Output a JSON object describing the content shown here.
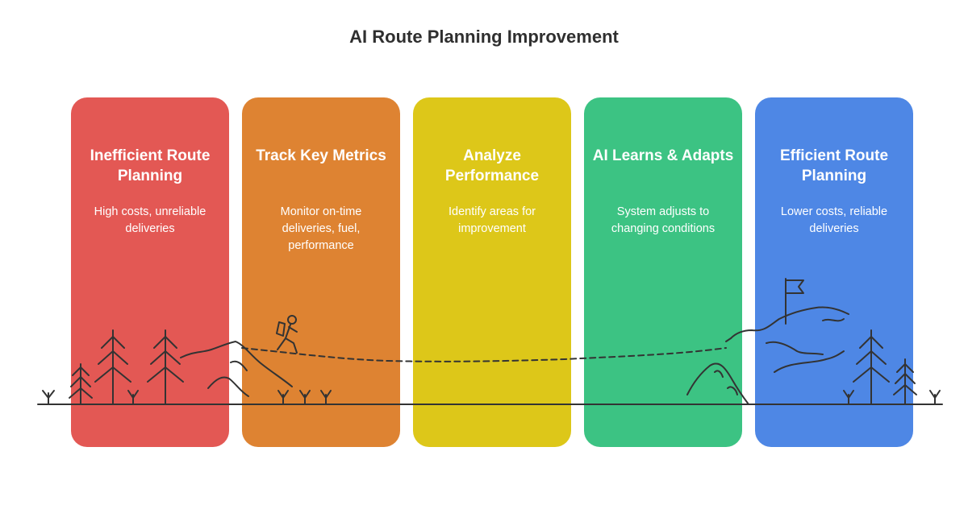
{
  "title": "AI Route Planning Improvement",
  "cards": [
    {
      "title": "Inefficient Route Planning",
      "desc": "High costs, unreliable deliveries",
      "color": "#e35854"
    },
    {
      "title": "Track Key Metrics",
      "desc": "Monitor on-time deliveries, fuel, performance",
      "color": "#de8332"
    },
    {
      "title": "Analyze Performance",
      "desc": "Identify areas for improvement",
      "color": "#ddc719"
    },
    {
      "title": "AI Learns & Adapts",
      "desc": "System adjusts to changing conditions",
      "color": "#3cc383"
    },
    {
      "title": "Efficient Route Planning",
      "desc": "Lower costs, reliable deliveries",
      "color": "#4e87e5"
    }
  ],
  "line_color": "#333333"
}
